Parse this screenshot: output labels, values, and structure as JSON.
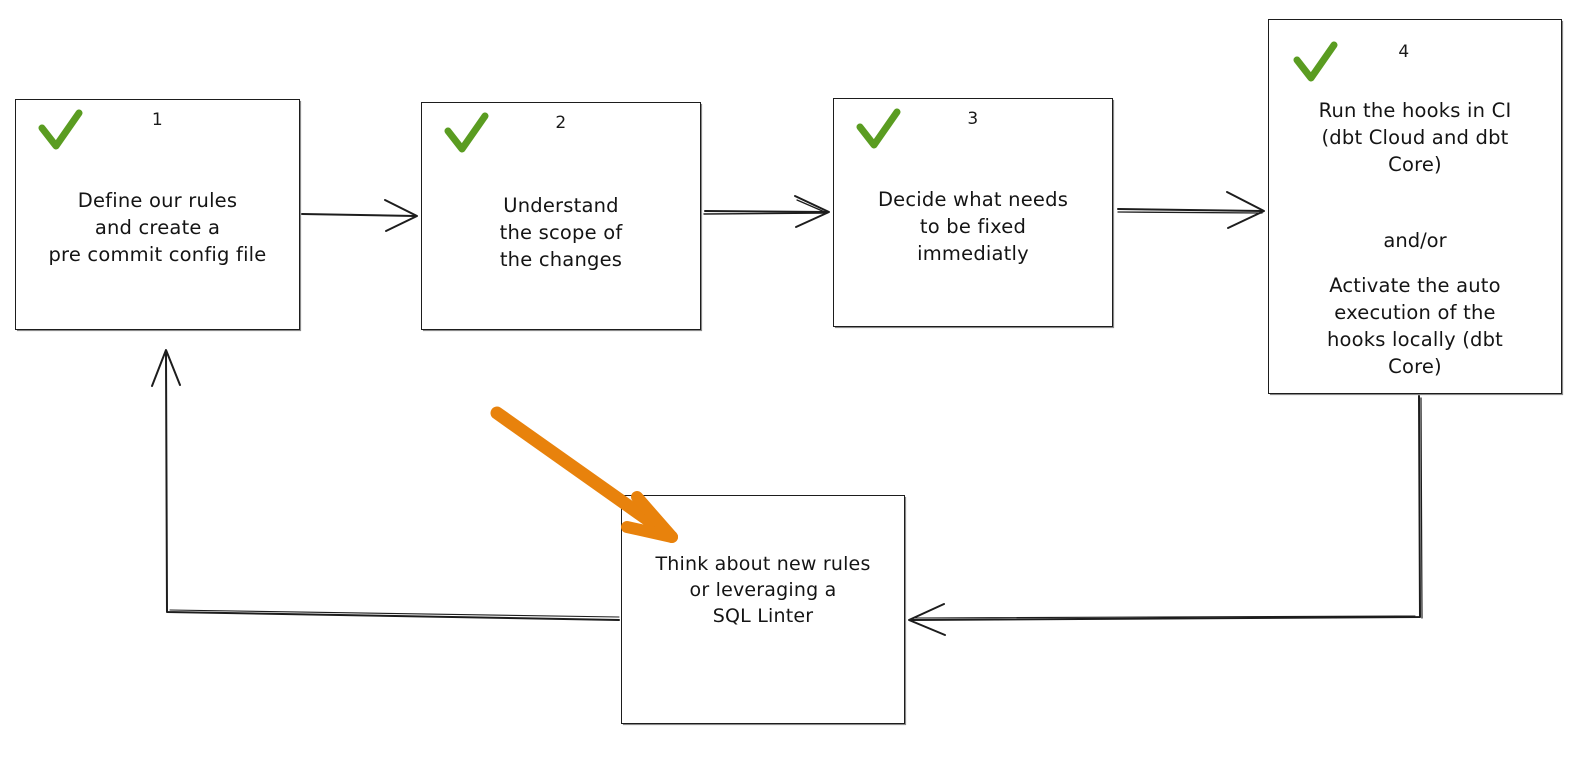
{
  "diagram": {
    "title": "Pre-commit adoption workflow",
    "style": "hand-drawn whiteboard flowchart",
    "background_color": "#ffffff",
    "ink_color": "#1d1d1d",
    "check_color": "#5a9c21",
    "highlight_color": "#e8820c"
  },
  "nodes": [
    {
      "id": "node-1",
      "number": "1",
      "check": "green-checkmark",
      "text": "Define our rules\nand create a\npre commit config file"
    },
    {
      "id": "node-2",
      "number": "2",
      "check": "green-checkmark",
      "text": "Understand\nthe scope of\nthe changes"
    },
    {
      "id": "node-3",
      "number": "3",
      "check": "green-checkmark",
      "text": "Decide what needs\nto be fixed\nimmediatly"
    },
    {
      "id": "node-4",
      "number": "4",
      "check": "green-checkmark",
      "text_top": "Run the hooks in CI\n(dbt Cloud and dbt\nCore)",
      "text_middle": "and/or",
      "text_bottom": "Activate the auto\nexecution of the\nhooks locally (dbt\nCore)"
    },
    {
      "id": "node-5",
      "number": "",
      "check": "",
      "text": "Think about new rules\nor leveraging a\nSQL Linter"
    }
  ],
  "connectors": [
    {
      "name": "arrow-1-to-2",
      "from": "node-1",
      "to": "node-2",
      "direction": "right"
    },
    {
      "name": "arrow-2-to-3",
      "from": "node-2",
      "to": "node-3",
      "direction": "right"
    },
    {
      "name": "arrow-3-to-4",
      "from": "node-3",
      "to": "node-4",
      "direction": "right"
    },
    {
      "name": "arrow-4-to-loop",
      "from": "node-4",
      "to": "node-5",
      "direction": "left"
    },
    {
      "name": "arrow-loop-to-1",
      "from": "node-5",
      "to": "node-1",
      "direction": "up"
    }
  ],
  "annotations": [
    {
      "name": "orange-highlight-arrow",
      "color": "#e8820c",
      "points_to": "node-5",
      "direction": "down-right"
    }
  ]
}
